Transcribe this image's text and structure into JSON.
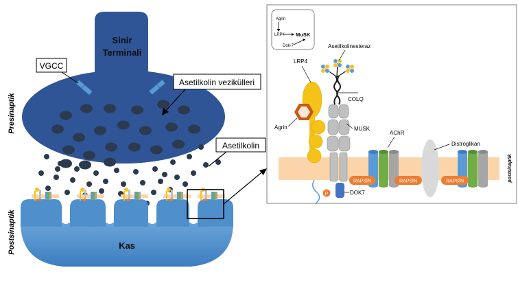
{
  "labels": {
    "nerve_terminal_line1": "Sinir",
    "nerve_terminal_line2": "Terminali",
    "vgcc": "VGCC",
    "vesicles": "Asetilkolin vezikülleri",
    "acetylcholine": "Asetilkolin",
    "muscle": "Kas",
    "presynaptic": "Presinaptik",
    "postsynaptic": "Postsinaptik"
  },
  "inset": {
    "legend": {
      "agrin": "Agrin",
      "lrp4": "LRP4",
      "musk": "MuSK",
      "dok7": "Dok-7"
    },
    "labels": {
      "acetylcholinesterase": "Asetilkolinesteraz",
      "lrp4": "LRP4",
      "colq": "COLQ",
      "agrin": "Agrin",
      "musk": "MUSK",
      "achr": "AChR",
      "dystroglycan": "Distroglikan",
      "rapsyn_1": "RAPSİN",
      "rapsyn_2": "RAPSİN",
      "rapsyn_3": "RAPSİN",
      "phosphate": "P",
      "dok7": "DOK7",
      "postsynaptic": "postsinaptik"
    }
  },
  "colors": {
    "terminal": "#2f5597",
    "vesicle": "#2b3a4f",
    "muscle": "#4e8fcc",
    "membrane": "#fbd5a9",
    "lrp4": "#f5c21a",
    "agrin": "#c65a11",
    "rapsyn": "#ed7d31",
    "achr_blue": "#5b9bd5",
    "achr_green": "#70ad47",
    "achr_gray": "#a6a6a6",
    "dok7": "#4472c4"
  }
}
